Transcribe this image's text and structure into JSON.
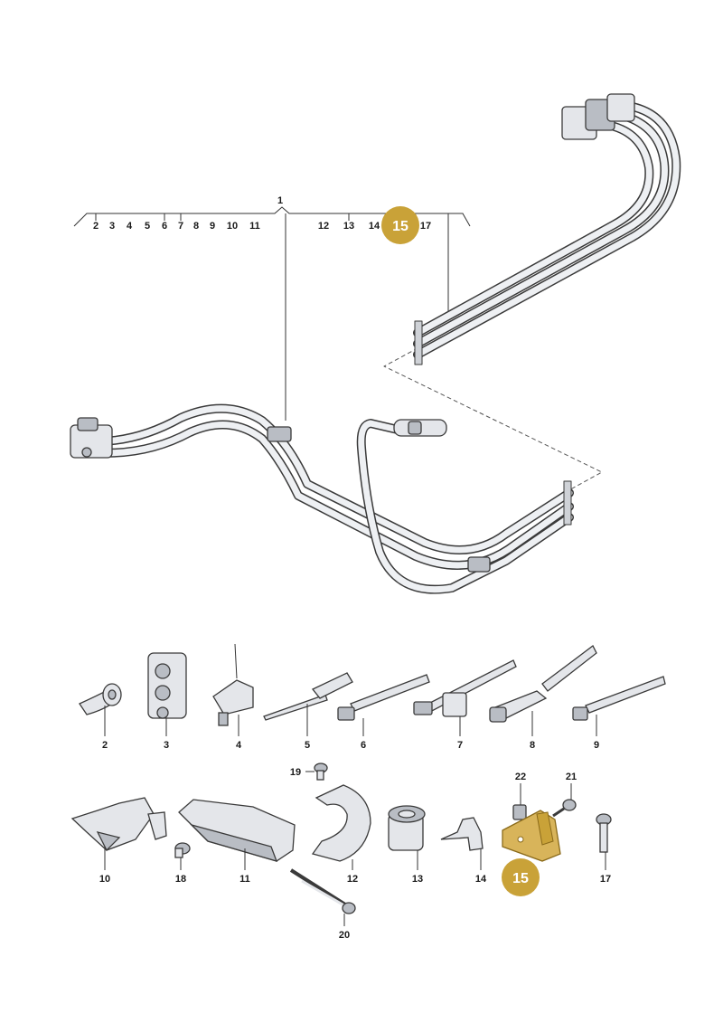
{
  "top": {
    "assembly_label": "1",
    "scale_labels": [
      "2",
      "3",
      "4",
      "5",
      "6",
      "7",
      "8",
      "9",
      "10",
      "11",
      "12",
      "13",
      "14",
      "15",
      "17"
    ],
    "highlight_label": "15"
  },
  "parts": {
    "row1": [
      "2",
      "3",
      "4",
      "5",
      "6",
      "7",
      "8",
      "9"
    ],
    "row2": {
      "p10": "10",
      "p18": "18",
      "p11": "11",
      "p19": "19",
      "p20": "20",
      "p12": "12",
      "p13": "13",
      "p14": "14",
      "p22": "22",
      "p21": "21",
      "p15": "15",
      "p17": "17"
    }
  },
  "colors": {
    "highlight": "#c9a238",
    "line": "#333333",
    "part_fill": "#e4e6ea"
  }
}
